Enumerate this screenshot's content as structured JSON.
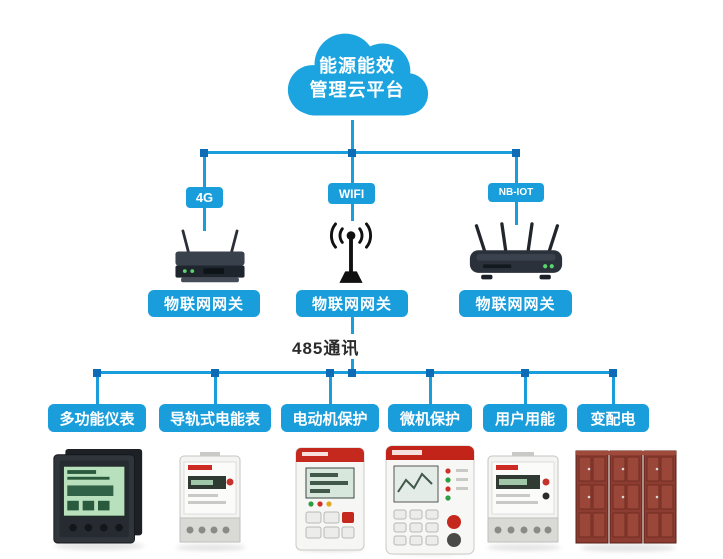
{
  "colors": {
    "primary": "#1a9ddb",
    "node": "#0d6cb5",
    "red_band": "#c5281c",
    "cabinet": "#8c3c30",
    "text_dark": "#2b2b2b"
  },
  "cloud": {
    "line1": "能源能效",
    "line2": "管理云平台"
  },
  "network_badges": [
    {
      "label": "4G"
    },
    {
      "label": "WIFI"
    },
    {
      "label": "NB-IOT"
    }
  ],
  "gateways": [
    {
      "label": "物联网网关"
    },
    {
      "label": "物联网网关"
    },
    {
      "label": "物联网网关"
    }
  ],
  "bus": {
    "label": "485通讯"
  },
  "devices": [
    {
      "label": "多功能仪表"
    },
    {
      "label": "导轨式电能表"
    },
    {
      "label": "电动机保护"
    },
    {
      "label": "微机保护"
    },
    {
      "label": "用户用能"
    },
    {
      "label": "变配电"
    }
  ],
  "icons": [
    "cloud-icon",
    "4g-router-icon",
    "wifi-antenna-icon",
    "nbiot-router-icon",
    "panel-meter-image",
    "din-meter-image",
    "motor-protector-image",
    "relay-protector-image",
    "energy-meter-image",
    "switchgear-cabinet-image"
  ]
}
